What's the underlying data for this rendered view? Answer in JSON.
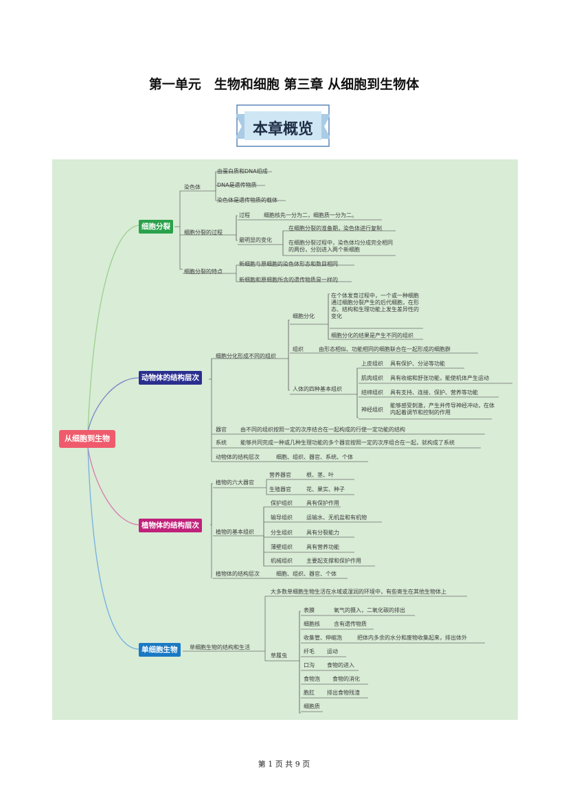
{
  "header": {
    "title": "第一单元　生物和细胞 第三章 从细胞到生物体"
  },
  "banner": {
    "text": "本章概览"
  },
  "mindmap": {
    "root": "从细胞到生物",
    "division": {
      "title": "细胞分裂",
      "chromosome": "染色体",
      "chromosome_items": [
        "由蛋白质和DNA组成",
        "DNA是遗传物质",
        "染色体是遗传物质的载体"
      ],
      "process": "细胞分裂的过程",
      "process_step": "过程",
      "process_step_text": "细胞核先一分为二，细胞质一分为二。",
      "change": "最明显的变化",
      "change_items": [
        "在细胞分裂的准备期，染色体进行复制",
        "在细胞分裂过程中，染色体均分成完全相同的两份，分别进入两个新细胞"
      ],
      "feature": "细胞分裂的特点",
      "feature_items": [
        "新细胞与原细胞的染色体形态和数目相同",
        "新细胞和原细胞所含的遗传物质是一样的"
      ]
    },
    "animal": {
      "title": "动物体的结构层次",
      "differentiation_group": "细胞分化形成不同的组织",
      "differentiation": "细胞分化",
      "differentiation_items": [
        "在个体发育过程中，一个或一种细胞通过细胞分裂产生的后代细胞，在形态、结构和生理功能上发生差异性的变化",
        "细胞分化的结果是产生不同的组织"
      ],
      "tissue": "组织",
      "tissue_text": "由形态相似、功能相同的细胞联合在一起形成的细胞群",
      "basic_tissues": "人体的四种基本组织",
      "basic_items": [
        {
          "name": "上皮组织",
          "desc": "具有保护、分泌等功能"
        },
        {
          "name": "肌肉组织",
          "desc": "具有收缩和舒张功能，能使机体产生运动"
        },
        {
          "name": "结缔组织",
          "desc": "具有支持、连接、保护、营养等功能"
        },
        {
          "name": "神经组织",
          "desc": "能够感受刺激，产生并传导神经冲动，在体内起着调节和控制的作用"
        }
      ],
      "organ": "器官",
      "organ_text": "由不同的组织按照一定的次序结合在一起构成的行使一定功能的结构",
      "system": "系统",
      "system_text": "能够共同完成一种或几种生理功能的多个器官按照一定的次序组合在一起，就构成了系统",
      "levels": "动物体的结构层次",
      "levels_text": "细胞、组织、器官、系统、个体"
    },
    "plant": {
      "title": "植物体的结构层次",
      "organs": "植物的六大器官",
      "vegetative": "营养器官",
      "vegetative_text": "根、茎、叶",
      "reproductive": "生殖器官",
      "reproductive_text": "花、果实、种子",
      "tissues": "植物的基本组织",
      "tissue_items": [
        {
          "name": "保护组织",
          "desc": "具有保护作用"
        },
        {
          "name": "输导组织",
          "desc": "运输水、无机盐和有机物"
        },
        {
          "name": "分生组织",
          "desc": "具有分裂能力"
        },
        {
          "name": "薄壁组织",
          "desc": "具有营养功能"
        },
        {
          "name": "机械组织",
          "desc": "主要起支撑和保护作用"
        }
      ],
      "levels": "植物体的结构层次",
      "levels_text": "细胞、组织、器官、个体"
    },
    "single": {
      "title": "单细胞生物",
      "life": "单细胞生物的结构和生活",
      "intro": "大多数单细胞生物生活在水域或湿润的环境中，有些寄生在其他生物体上",
      "example": "草履虫",
      "parts": [
        {
          "name": "表膜",
          "desc": "氧气的摄入，二氧化碳的排出"
        },
        {
          "name": "细胞核",
          "desc": "含有遗传物质"
        },
        {
          "name": "收集管、伸缩泡",
          "desc": "把体内多余的水分和废物收集起来，排出体外"
        },
        {
          "name": "纤毛",
          "desc": "运动"
        },
        {
          "name": "口沟",
          "desc": "食物的进入"
        },
        {
          "name": "食物泡",
          "desc": "食物的消化"
        },
        {
          "name": "胞肛",
          "desc": "排出食物残渣"
        },
        {
          "name": "细胞质",
          "desc": ""
        }
      ]
    }
  },
  "footer": {
    "text": "第 1 页 共 9 页"
  },
  "colors": {
    "map_bg": "#d8ecd6",
    "root": "#ef5b6c",
    "division": "#2aa14a",
    "animal": "#2a2f8f",
    "plant": "#c0217a",
    "single": "#1a79c4",
    "banner_fill": "#cfe6f5",
    "banner_border": "#5b85b8"
  }
}
